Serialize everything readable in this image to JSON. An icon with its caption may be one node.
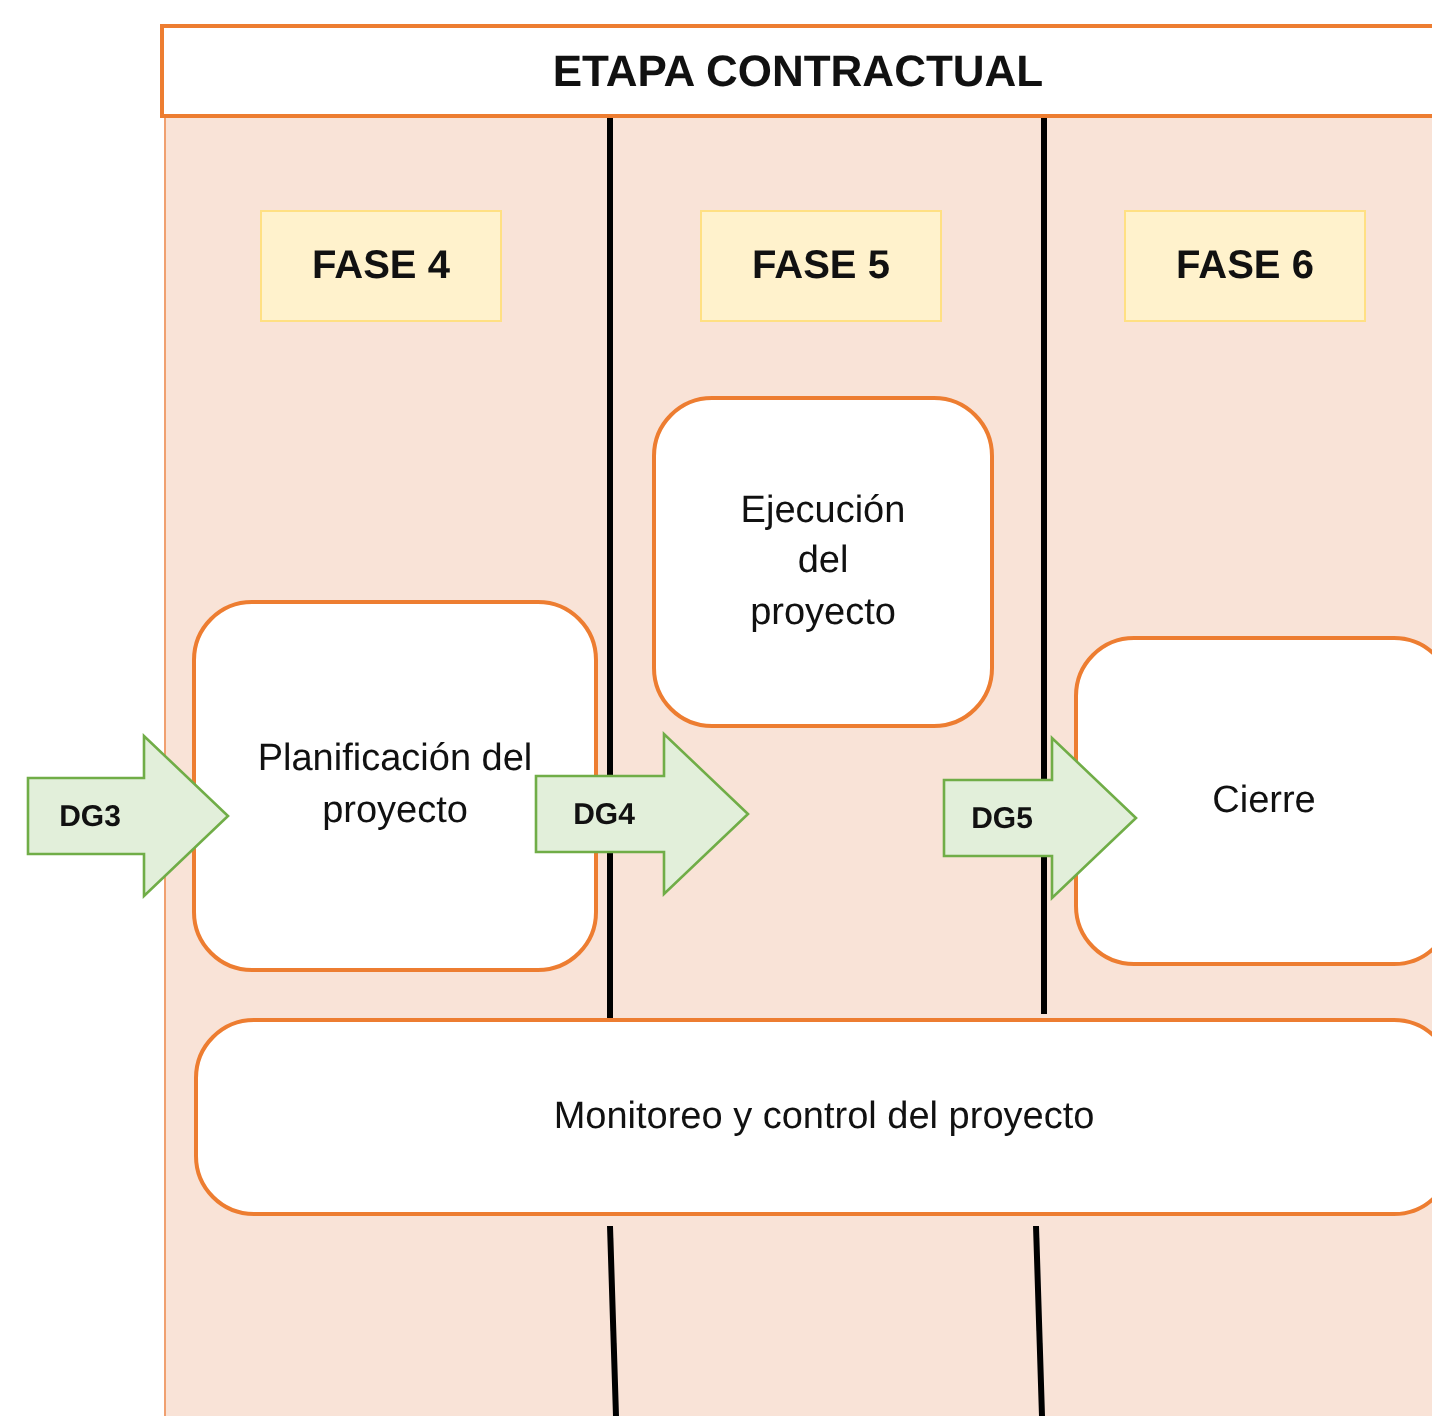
{
  "diagram": {
    "nodes": [
      {
        "text": [
          "ETAPA CONTRACTUAL"
        ]
      },
      {
        "text": [
          "FASE 4"
        ]
      },
      {
        "text": [
          "FASE 5"
        ]
      },
      {
        "text": [
          "FASE 6"
        ]
      },
      {
        "text": [
          "Ejecución del proyecto"
        ]
      },
      {
        "text": [
          "Planificación del proyecto"
        ]
      },
      {
        "text": [
          "Cierre"
        ]
      },
      {
        "text": [
          "Monitoreo y control del proyecto"
        ]
      }
    ],
    "edges": [
      {
        "from": null,
        "to": 5,
        "arrow": "to",
        "label": "DG3",
        "style": "thick"
      },
      {
        "from": 5,
        "to": 4,
        "arrow": "to",
        "label": "DG4",
        "style": "thick"
      },
      {
        "from": 4,
        "to": 6,
        "arrow": "to",
        "label": "DG5",
        "style": "thick"
      }
    ]
  }
}
